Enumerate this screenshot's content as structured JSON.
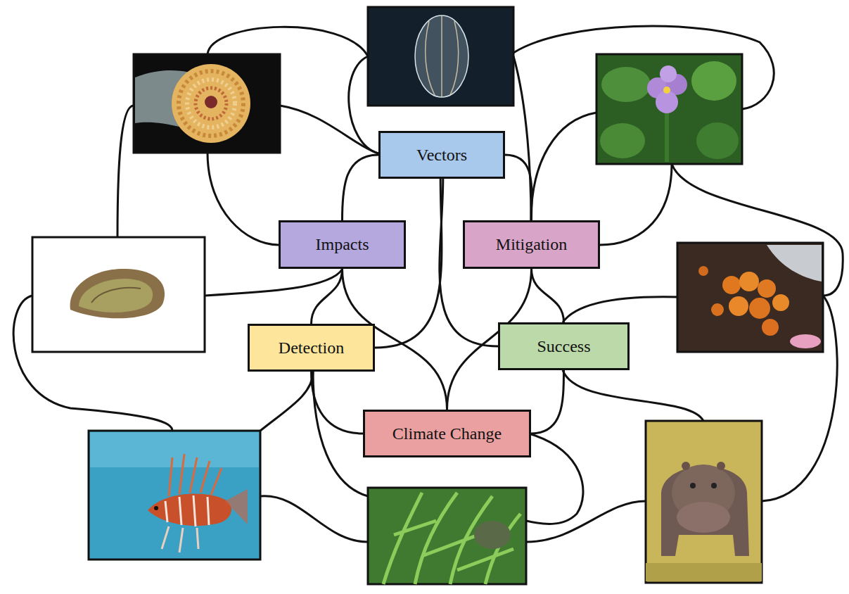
{
  "diagram": {
    "nodes": [
      {
        "text": [
          "Vectors"
        ]
      },
      {
        "text": [
          "Impacts"
        ]
      },
      {
        "text": [
          "Mitigation"
        ]
      },
      {
        "text": [
          "Detection"
        ]
      },
      {
        "text": [
          "Success"
        ]
      },
      {
        "text": [
          "Climate Change"
        ]
      }
    ],
    "edges": [
      {
        "from": 0,
        "to": 1,
        "arrow": "none"
      },
      {
        "from": 0,
        "to": 3,
        "arrow": "none"
      },
      {
        "from": 0,
        "to": 4,
        "arrow": "none"
      },
      {
        "from": 0,
        "to": 2,
        "arrow": "none"
      },
      {
        "from": 1,
        "to": 3,
        "arrow": "none"
      },
      {
        "from": 1,
        "to": 5,
        "arrow": "none"
      },
      {
        "from": 2,
        "to": 5,
        "arrow": "none"
      },
      {
        "from": 2,
        "to": 4,
        "arrow": "none"
      },
      {
        "from": 3,
        "to": 5,
        "arrow": "none"
      },
      {
        "from": 4,
        "to": 5,
        "arrow": "none"
      }
    ]
  }
}
